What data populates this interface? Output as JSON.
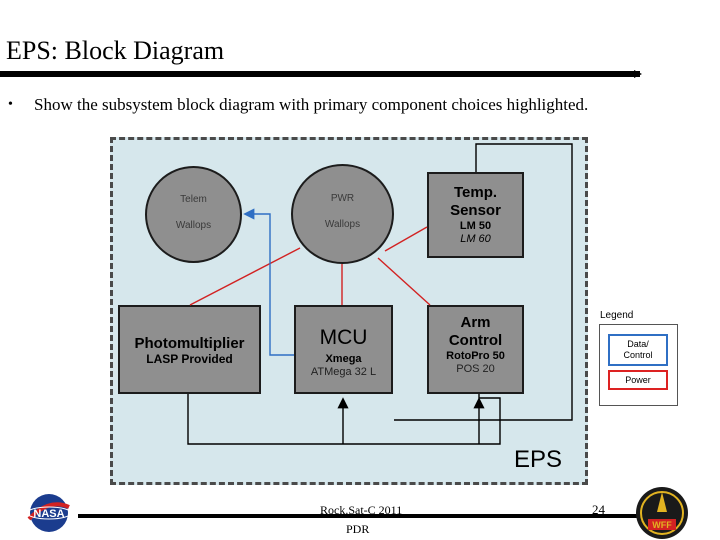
{
  "slide": {
    "title": "EPS: Block Diagram",
    "bullet": "Show the subsystem block diagram with primary component choices highlighted."
  },
  "diagram": {
    "system_label": "EPS",
    "circles": {
      "telem": {
        "line1": "Telem",
        "line2": "Wallops"
      },
      "pwr": {
        "line1": "PWR",
        "line2": "Wallops"
      }
    },
    "blocks": {
      "temp": {
        "title1": "Temp.",
        "title2": "Sensor",
        "primary": "LM 50",
        "alt": "LM 60"
      },
      "photo": {
        "title": "Photomultiplier",
        "sub": "LASP Provided"
      },
      "mcu": {
        "title": "MCU",
        "primary": "Xmega",
        "alt": "ATMega 32 L"
      },
      "arm": {
        "title1": "Arm",
        "title2": "Control",
        "primary": "RotoPro 50",
        "alt": "POS 20"
      }
    },
    "legend": {
      "title": "Legend",
      "data_line1": "Data/",
      "data_line2": "Control",
      "power": "Power"
    },
    "colors": {
      "background": "#d6e7ec",
      "block": "#8f8f8f",
      "data": "#2f6fc4",
      "power": "#d22222",
      "outline": "#1c1c1c"
    }
  },
  "footer": {
    "course": "Rock.Sat-C 2011",
    "review": "PDR",
    "page": "24"
  },
  "logos": {
    "left": "nasa-logo",
    "right": "wff-logo"
  }
}
